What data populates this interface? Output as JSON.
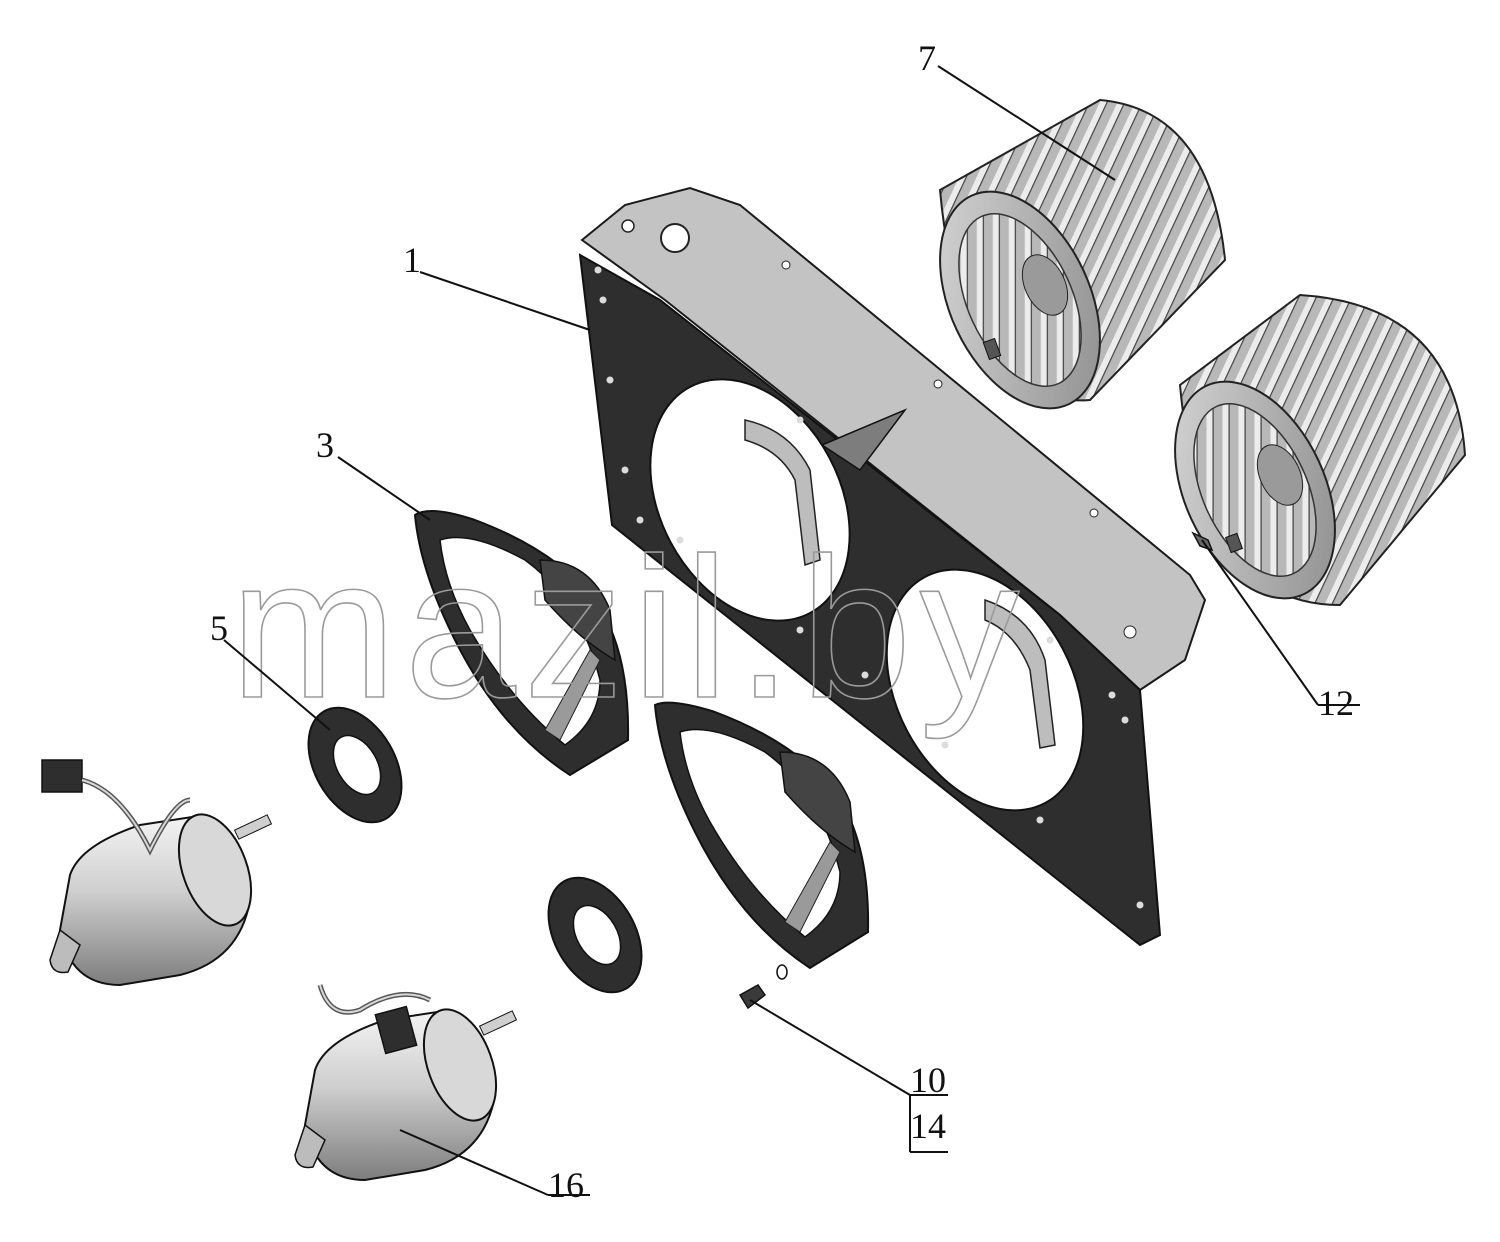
{
  "watermark": "mazil.by",
  "callouts": {
    "c1": "1",
    "c3": "3",
    "c5": "5",
    "c7": "7",
    "c10": "10",
    "c12": "12",
    "c14": "14",
    "c16": "16"
  },
  "colors": {
    "ink": "#111111",
    "plate_dark": "#2b2b2b",
    "plate_light": "#b9b9b9",
    "metal": "#cfcfcf"
  }
}
